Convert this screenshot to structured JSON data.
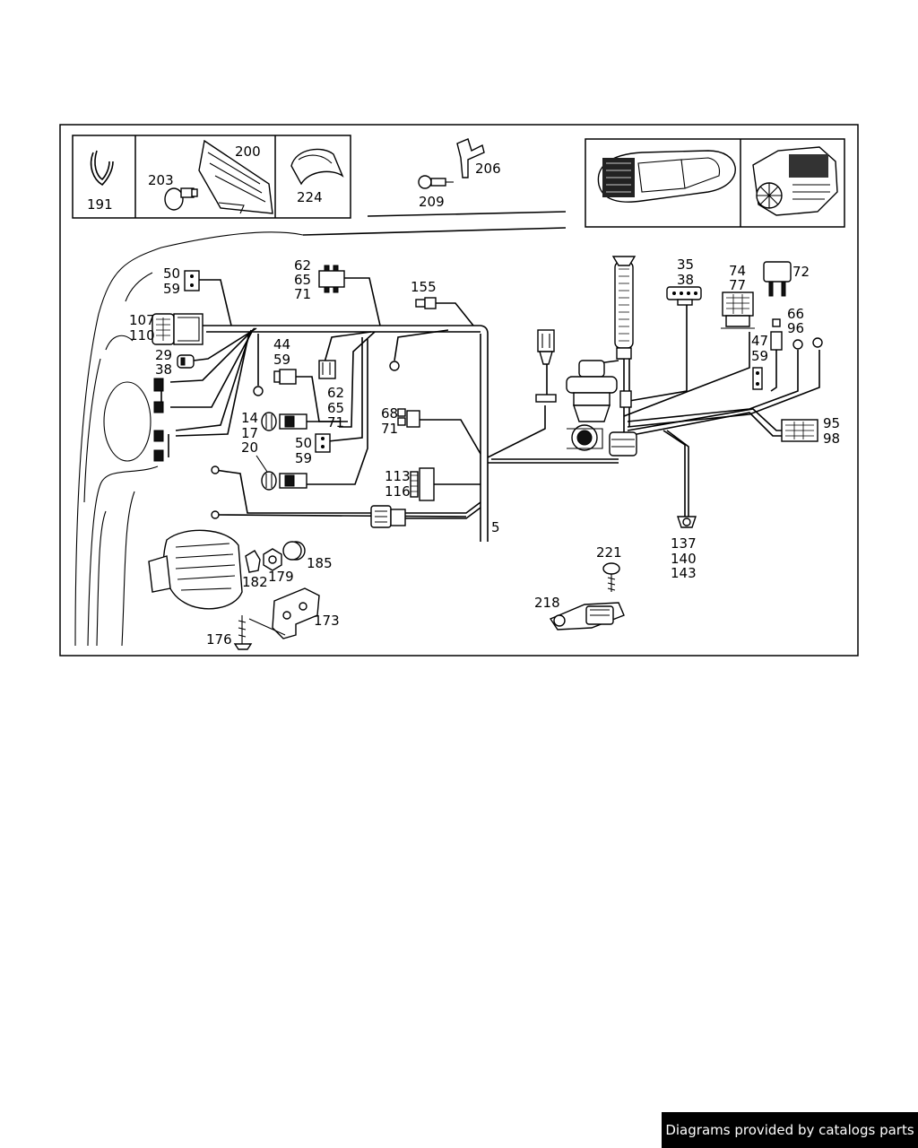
{
  "footer": {
    "credit": "Diagrams provided by catalogs parts"
  },
  "callouts": {
    "c191": "191",
    "c200": "200",
    "c203": "203",
    "c224": "224",
    "c206": "206",
    "c209": "209",
    "c50a": "50",
    "c59a": "59",
    "c62a": "62",
    "c65a": "65",
    "c71a": "71",
    "c155": "155",
    "c107": "107",
    "c110": "110",
    "c29": "29",
    "c38a": "38",
    "c44": "44",
    "c59b": "59",
    "c62b": "62",
    "c65b": "65",
    "c71b": "71",
    "c14": "14",
    "c17": "17",
    "c20": "20",
    "c50b": "50",
    "c59c": "59",
    "c68": "68",
    "c71c": "71",
    "c113": "113",
    "c116": "116",
    "c5": "5",
    "c35": "35",
    "c38b": "38",
    "c74": "74",
    "c77": "77",
    "c72": "72",
    "c66": "66",
    "c96": "96",
    "c47": "47",
    "c59d": "59",
    "c95": "95",
    "c98": "98",
    "c137": "137",
    "c140": "140",
    "c143": "143",
    "c221": "221",
    "c218": "218",
    "c185": "185",
    "c179": "179",
    "c182": "182",
    "c173": "173",
    "c176": "176"
  }
}
